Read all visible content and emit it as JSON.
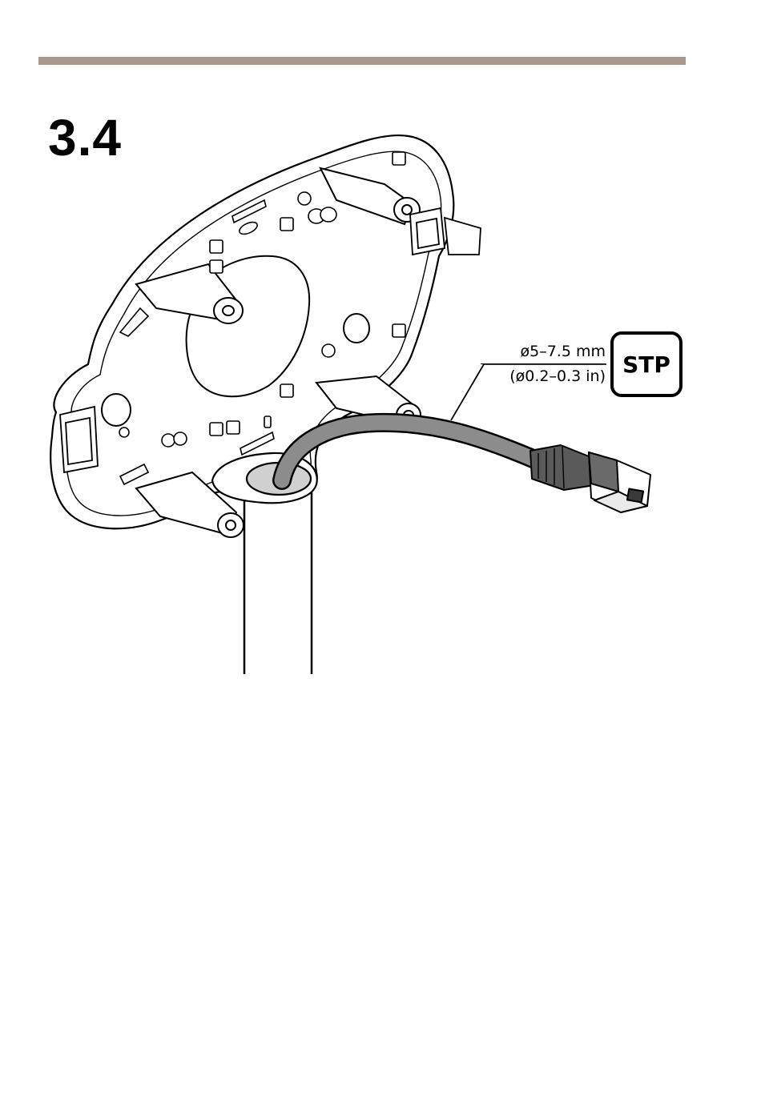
{
  "page": {
    "step_number": "3.4",
    "rule_color": "#a8978b"
  },
  "callout": {
    "diameter_metric": "ø5–7.5 mm",
    "diameter_imperial": "(ø0.2–0.3 in)",
    "cable_type_badge": "STP"
  },
  "illustration": {
    "subject": "mounting-bracket-with-network-cable",
    "cable_color": "#8c8c8c",
    "plate_color": "#ffffff",
    "outline_color": "#000000"
  }
}
